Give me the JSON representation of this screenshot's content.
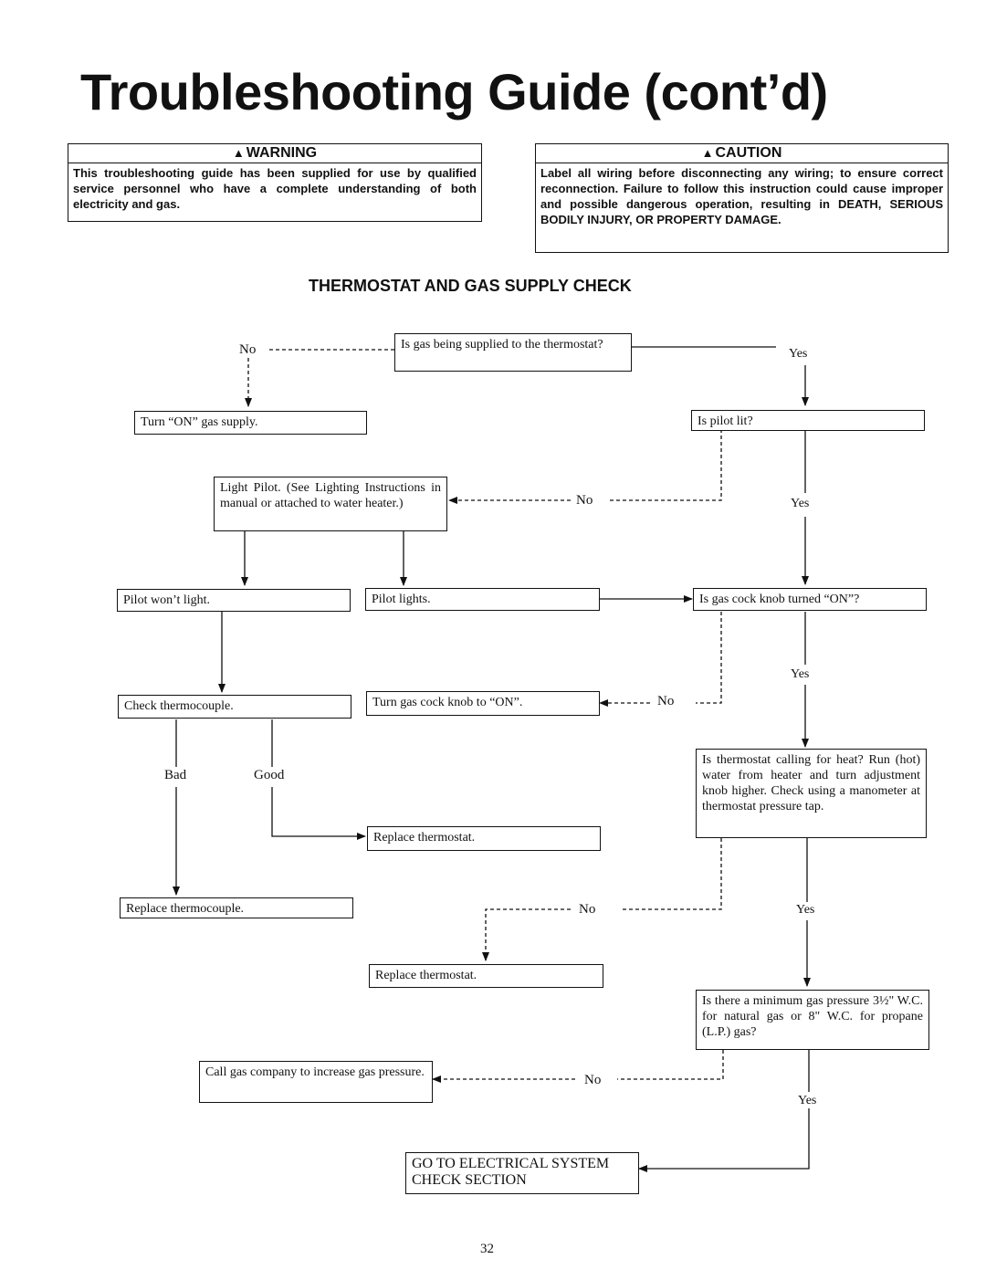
{
  "title": "Troubleshooting Guide (cont’d)",
  "warning": {
    "heading": "WARNING",
    "icon": "warning-triangle-icon",
    "text": "This troubleshooting guide has been supplied for use by qualified service personnel who have a complete understanding of both electricity and gas."
  },
  "caution": {
    "heading": "CAUTION",
    "icon": "warning-triangle-icon",
    "text": "Label all wiring before disconnecting any wiring; to ensure correct reconnection. Failure to follow this instruction could cause improper and possible dangerous operation, resulting in DEATH, SERIOUS BODILY INJURY, OR PROPERTY DAMAGE."
  },
  "section_title": "THERMOSTAT AND GAS SUPPLY CHECK",
  "nodes": {
    "gas_supplied": "Is gas being supplied to the thermostat?",
    "turn_on_gas": "Turn “ON” gas supply.",
    "pilot_lit": "Is pilot lit?",
    "light_pilot": "Light Pilot. (See Lighting Instructions in manual or attached to water heater.)",
    "pilot_wont_light": "Pilot won’t light.",
    "pilot_lights": "Pilot lights.",
    "gas_cock_on": "Is gas cock knob turned “ON”?",
    "check_thermocouple": "Check thermocouple.",
    "turn_gas_cock": "Turn gas cock knob to “ON”.",
    "thermostat_calling": "Is thermostat calling for heat? Run (hot) water from heater and turn adjustment knob higher. Check using a manometer at thermostat pressure tap.",
    "replace_thermostat_1": "Replace thermostat.",
    "replace_thermocouple": "Replace thermocouple.",
    "replace_thermostat_2": "Replace thermostat.",
    "min_gas_pressure": "Is there a minimum gas pressure 3½\" W.C. for natural gas or 8\" W.C. for propane (L.P.) gas?",
    "call_gas_company": "Call gas company to increase gas pressure.",
    "go_to_electrical": "GO TO ELECTRICAL SYSTEM CHECK SECTION"
  },
  "labels": {
    "no": "No",
    "yes": "Yes",
    "bad": "Bad",
    "good": "Good"
  },
  "page_number": "32"
}
